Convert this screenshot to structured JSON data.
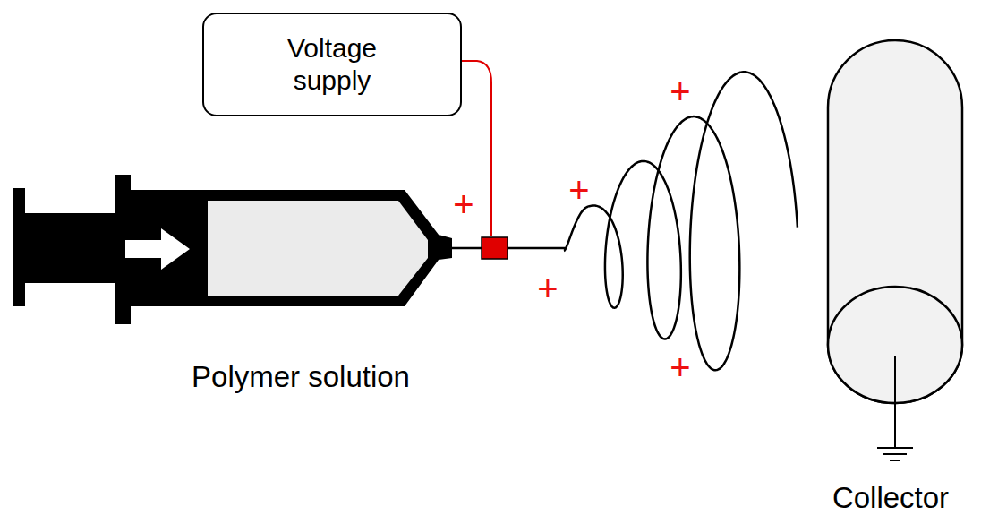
{
  "diagram": {
    "nodes": [
      {
        "text": [
          "Voltage supply"
        ]
      }
    ],
    "labels": [
      "Polymer solution",
      "Collector",
      "+",
      "+",
      "+",
      "+",
      "+"
    ]
  }
}
